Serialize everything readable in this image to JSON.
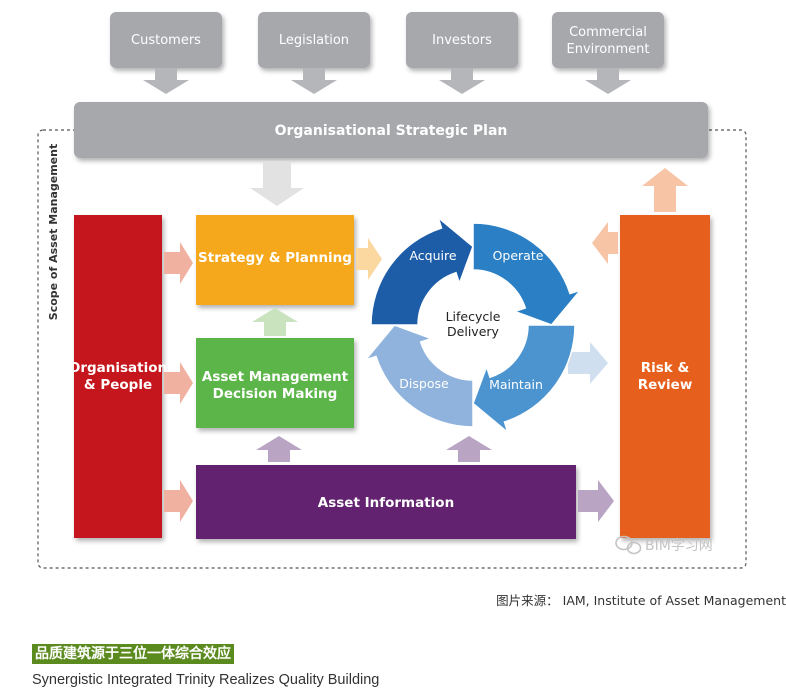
{
  "diagram": {
    "scope_label": "Scope of Asset Management",
    "inputs": {
      "customers": "Customers",
      "legislation": "Legislation",
      "investors": "Investors",
      "commercial_line1": "Commercial",
      "commercial_line2": "Environment"
    },
    "strategic_plan": "Organisational Strategic Plan",
    "organisation_line1": "Organisation",
    "organisation_line2": "& People",
    "strategy_planning": "Strategy & Planning",
    "decision_line1": "Asset Management",
    "decision_line2": "Decision Making",
    "asset_information": "Asset Information",
    "risk_line1": "Risk &",
    "risk_line2": "Review",
    "lifecycle": {
      "center_line1": "Lifecycle",
      "center_line2": "Delivery",
      "acquire": "Acquire",
      "operate": "Operate",
      "maintain": "Maintain",
      "dispose": "Dispose"
    },
    "watermark": "BIM学习网",
    "colors": {
      "input_grey": "#a6a8ab",
      "plan_grey": "#a6a8ab",
      "organisation_red": "#c4161c",
      "strategy_yellow": "#f5a81c",
      "decision_green": "#5cb548",
      "information_purple": "#62246f",
      "risk_orange": "#e65f1e",
      "acquire_blue": "#1d5da8",
      "operate_blue": "#2b80c5",
      "maintain_blue": "#4c94d0",
      "dispose_blue": "#8fb3dc"
    }
  },
  "source_caption": "图片来源： IAM, Institute of Asset Management",
  "section_heading": "品质建筑源于三位一体综合效应",
  "section_subtitle": "Synergistic Integrated Trinity Realizes Quality Building"
}
